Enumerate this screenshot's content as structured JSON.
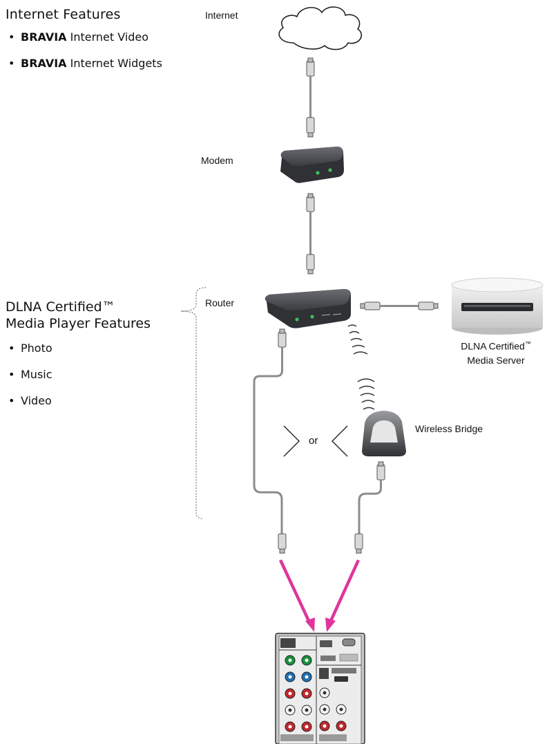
{
  "internet_features": {
    "title": "Internet Features",
    "items": [
      {
        "bold": "BRAVIA",
        "text": " Internet Video"
      },
      {
        "bold": "BRAVIA",
        "text": " Internet Widgets"
      }
    ]
  },
  "dlna_features": {
    "title_line1": "DLNA Certified™",
    "title_line2": "Media Player Features",
    "items": [
      "Photo",
      "Music",
      "Video"
    ]
  },
  "labels": {
    "internet": "Internet",
    "modem": "Modem",
    "router": "Router",
    "media_server_line1": "DLNA Certified",
    "media_server_tm": "™",
    "media_server_line2": "Media Server",
    "wireless_bridge": "Wireless Bridge",
    "or": "or"
  },
  "colors": {
    "arrow": "#e0359b",
    "green": "#1a8f3c",
    "blue": "#1f6fb0",
    "red": "#c0282d",
    "device": "#3d3f44",
    "cable": "#8a8c90"
  }
}
